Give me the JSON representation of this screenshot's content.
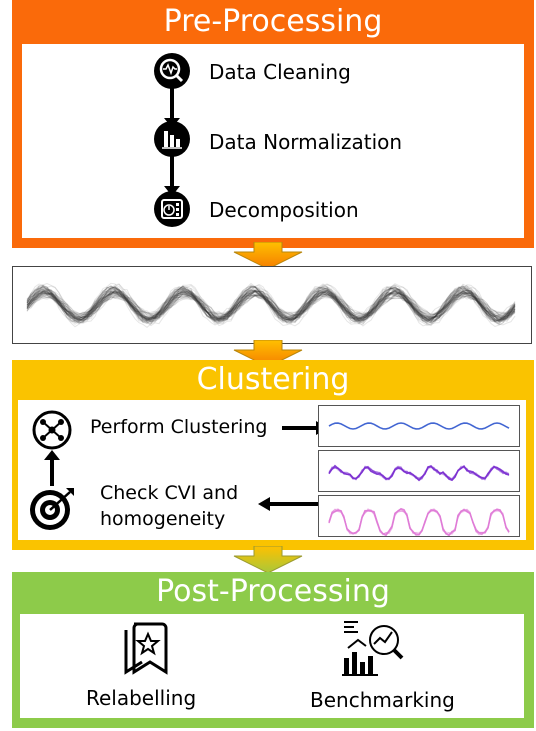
{
  "colors": {
    "pre_processing": "#FA6A0A",
    "clustering": "#FAC300",
    "post_processing": "#8DCB4A",
    "arrow_gradient_top": "#FFC000",
    "arrow_gradient_bottom": "#F57C00"
  },
  "pre_processing": {
    "title": "Pre-Processing",
    "steps": [
      {
        "label": "Data Cleaning",
        "icon": "magnifier-pulse-icon"
      },
      {
        "label": "Data Normalization",
        "icon": "bar-chart-icon"
      },
      {
        "label": "Decomposition",
        "icon": "dashboard-icon"
      }
    ]
  },
  "clustering": {
    "title": "Clustering",
    "perform_label": "Perform Clustering",
    "check_label_line1": "Check CVI and",
    "check_label_line2": "homogeneity",
    "cluster_colors": [
      "#3a5fd0",
      "#7a2fd0",
      "#e07ad8"
    ]
  },
  "post_processing": {
    "title": "Post-Processing",
    "items": [
      {
        "label": "Relabelling",
        "icon": "badge-star-icon"
      },
      {
        "label": "Benchmarking",
        "icon": "analytics-icon"
      }
    ]
  }
}
